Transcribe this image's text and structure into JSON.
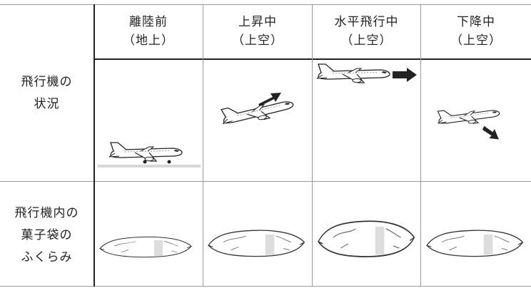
{
  "table": {
    "headers": [
      {
        "line1": "離陸前",
        "line2": "（地上）"
      },
      {
        "line1": "上昇中",
        "line2": "（上空）"
      },
      {
        "line1": "水平飛行中",
        "line2": ""
      },
      {
        "line1": "下降中",
        "line2": "（上空）"
      }
    ],
    "row_labels": [
      {
        "lines": [
          "飛行機の",
          "状況"
        ]
      },
      {
        "lines": [
          "飛行機内の",
          "菓子袋の",
          "ふくらみ"
        ]
      }
    ]
  },
  "icons": {
    "airplane": "airplane-icon",
    "arrow": "arrow-icon",
    "snack_bag": "snack-bag-icon"
  }
}
